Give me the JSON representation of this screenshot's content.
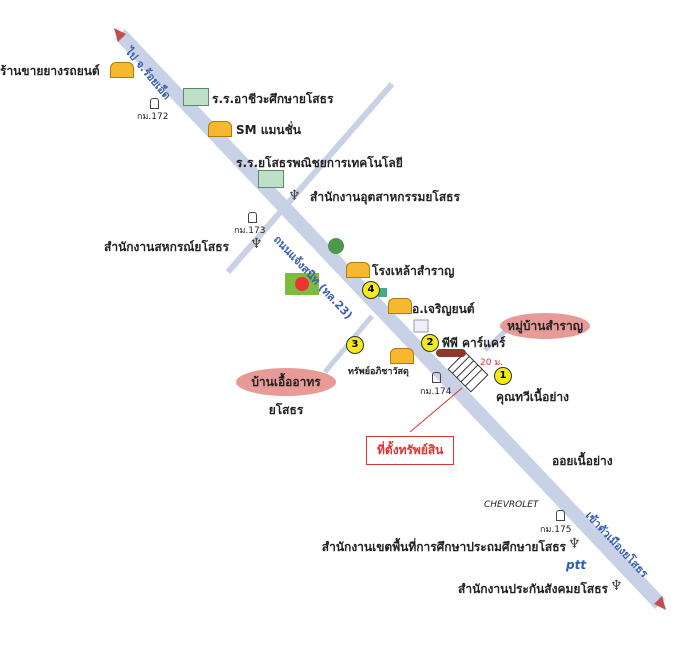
{
  "roads": {
    "to_roiet": "ไป จ.ร้อยเอ็ด",
    "main": "ถนนแจ้งสนิท (ทล.23)",
    "to_city": "เข้าตัวเมืองยโสธร"
  },
  "places": {
    "tire_shop": "ร้านขายยางรถยนต์",
    "vocational_school": "ร.ร.อาชีวะศึกษายโสธร",
    "sm_fashion": "SM แมนชั่น",
    "tech_school": "ร.ร.ยโสธรพณิชยการเทคโนโลยี",
    "industry_office": "สำนักงานอุตสาหกรรมยโสธร",
    "coop_office": "สำนักงานสหกรณ์ยโสธร",
    "distillery": "โรงเหล้าสำราญ",
    "charoen_yont": "อ.เจริญยนต์",
    "pp_carcare": "พีพี คาร์แคร์",
    "supply": "ทรัพย์อภิชาวัสดุ",
    "khun_thawi": "คุณทวีเนื้อย่าง",
    "oi_grill": "ออยเนื้อย่าง",
    "edu_office": "สำนักงานเขตพื้นที่การศึกษาประถมศึกษายโสธร",
    "ssi_office": "สำนักงานประกันสังคมยโสธร"
  },
  "villages": {
    "samran": "หมู่บ้านสำราญ",
    "uea_arthon": "บ้านเอื้ออาทรยโสธร"
  },
  "km_markers": [
    "กม.172",
    "กม.173",
    "กม.174",
    "กม.175"
  ],
  "numbers": [
    "1",
    "2",
    "3",
    "4"
  ],
  "distance": "20 ม.",
  "property": "ที่ตั้งทรัพย์สิน",
  "brands": {
    "chevrolet": "CHEVROLET",
    "ptt": "ptt"
  },
  "colors": {
    "road": "#c9d1e6",
    "road_text": "#3a5fb0",
    "oval": "#e89a96",
    "property": "#d33"
  }
}
